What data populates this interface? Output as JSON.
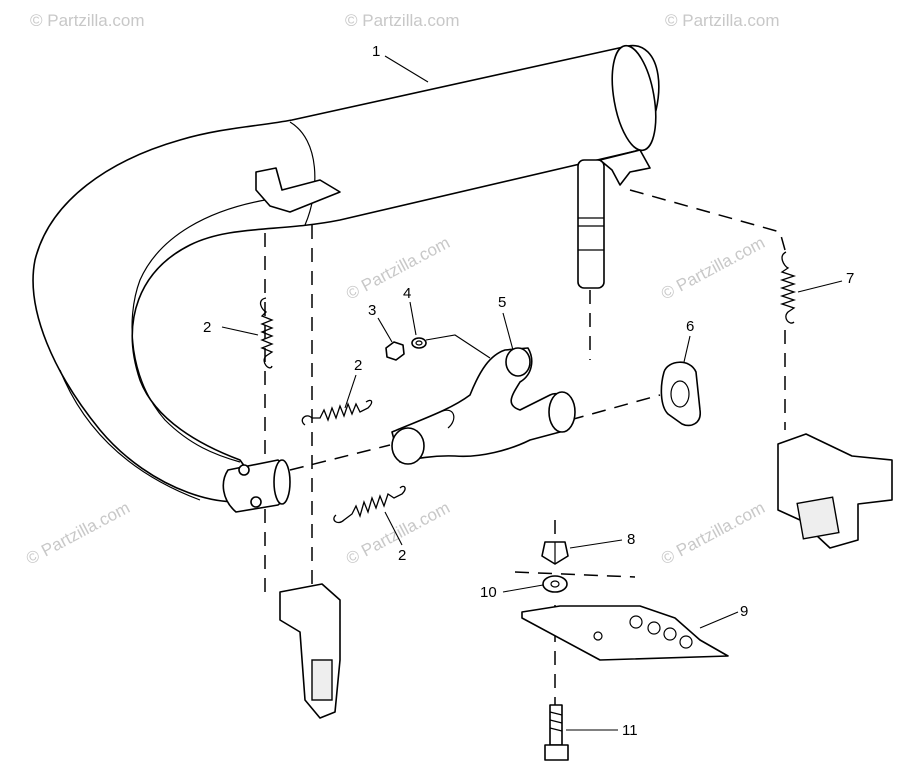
{
  "watermark": {
    "text": "© Partzilla.com"
  },
  "callouts": {
    "c1": "1",
    "c2a": "2",
    "c2b": "2",
    "c2c": "2",
    "c3": "3",
    "c4": "4",
    "c5": "5",
    "c6": "6",
    "c7": "7",
    "c8": "8",
    "c9": "9",
    "c10": "10",
    "c11": "11"
  }
}
